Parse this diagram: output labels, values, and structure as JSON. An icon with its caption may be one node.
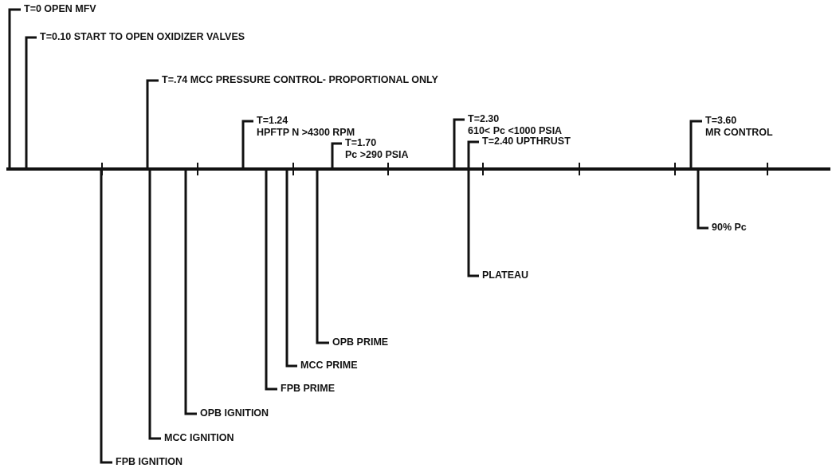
{
  "diagram": {
    "nodes": [
      {
        "text": [
          "T=0 OPEN MFV"
        ]
      },
      {
        "text": [
          "T=0.10 START TO OPEN OXIDIZER VALVES"
        ]
      },
      {
        "text": [
          "T=.74 MCC PRESSURE CONTROL- PROPORTIONAL ONLY"
        ]
      },
      {
        "text": [
          "T=1.24",
          "HPFTP N >4300 RPM"
        ]
      },
      {
        "text": [
          "T=1.70",
          "Pc >290 PSIA"
        ]
      },
      {
        "text": [
          "T=2.30",
          "610< Pc <1000 PSIA"
        ]
      },
      {
        "text": [
          "T=2.40 UPTHRUST"
        ]
      },
      {
        "text": [
          "T=3.60",
          "MR CONTROL"
        ]
      },
      {
        "text": [],
        "shape": "line"
      },
      {
        "text": [
          "90% Pc"
        ]
      },
      {
        "text": [
          "PLATEAU"
        ]
      },
      {
        "text": [
          "OPB PRIME"
        ]
      },
      {
        "text": [
          "MCC PRIME"
        ]
      },
      {
        "text": [
          "FPB PRIME"
        ]
      },
      {
        "text": [
          "OPB IGNITION"
        ]
      },
      {
        "text": [
          "MCC IGNITION"
        ]
      },
      {
        "text": [
          "FPB IGNITION"
        ]
      }
    ],
    "edges": [
      {
        "from": 0,
        "to": 8,
        "arrow": "none"
      },
      {
        "from": 1,
        "to": 8,
        "arrow": "none"
      },
      {
        "from": 2,
        "to": 8,
        "arrow": "none"
      },
      {
        "from": 3,
        "to": 8,
        "arrow": "none"
      },
      {
        "from": 4,
        "to": 8,
        "arrow": "none"
      },
      {
        "from": 5,
        "to": 8,
        "arrow": "none"
      },
      {
        "from": 6,
        "to": 8,
        "arrow": "none"
      },
      {
        "from": 7,
        "to": 8,
        "arrow": "none"
      },
      {
        "from": 9,
        "to": 8,
        "arrow": "none"
      },
      {
        "from": 10,
        "to": 8,
        "arrow": "none"
      },
      {
        "from": 11,
        "to": 8,
        "arrow": "none"
      },
      {
        "from": 12,
        "to": 8,
        "arrow": "none"
      },
      {
        "from": 13,
        "to": 8,
        "arrow": "none"
      },
      {
        "from": 14,
        "to": 8,
        "arrow": "none"
      },
      {
        "from": 15,
        "to": 8,
        "arrow": "none"
      },
      {
        "from": 16,
        "to": 8,
        "arrow": "none"
      }
    ]
  }
}
